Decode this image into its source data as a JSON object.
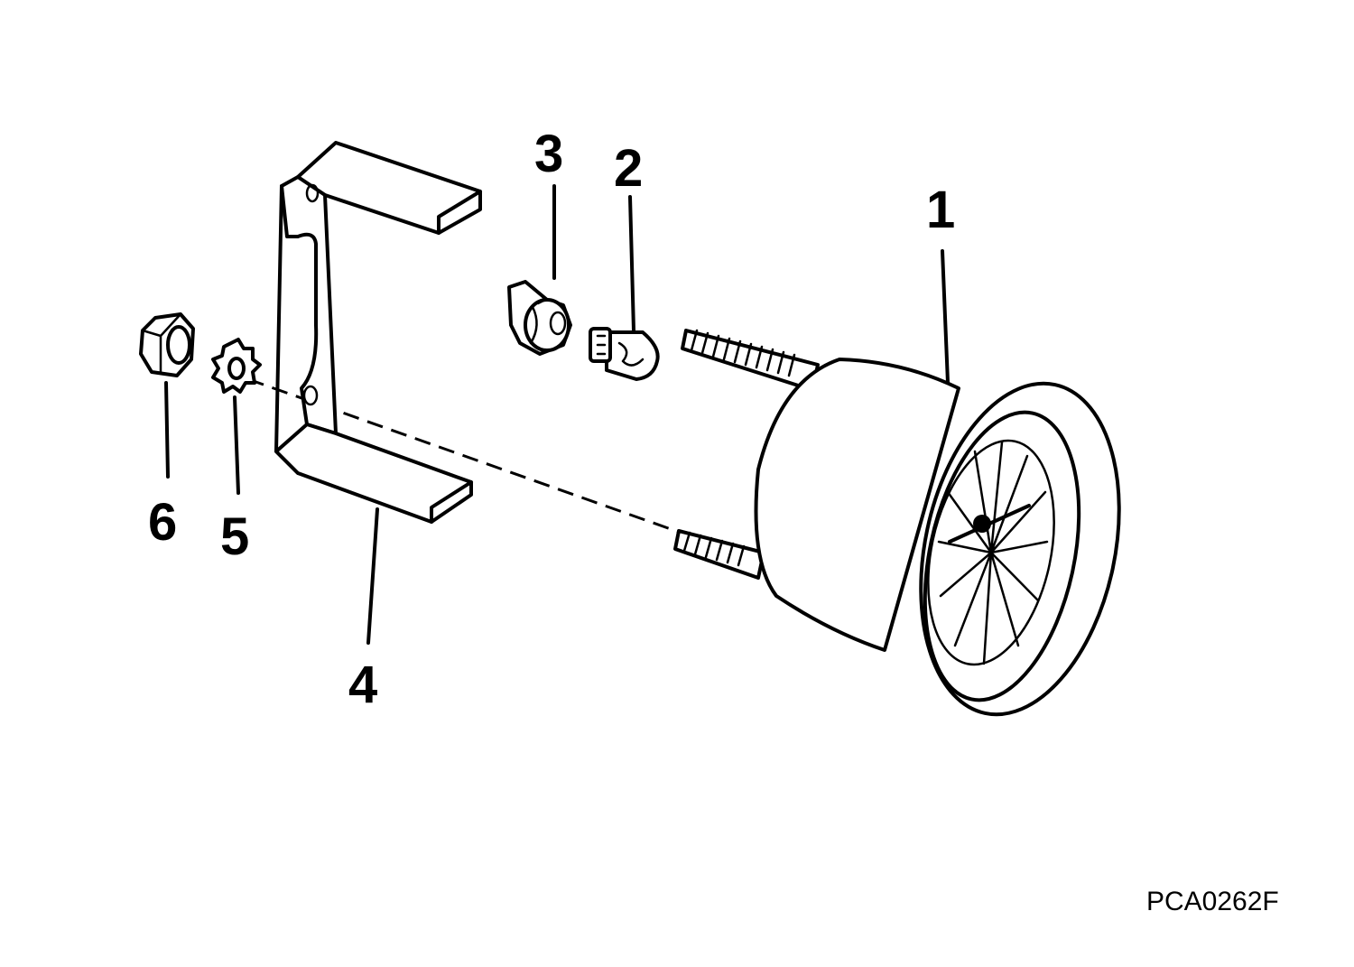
{
  "callouts": {
    "c1": "1",
    "c2": "2",
    "c3": "3",
    "c4": "4",
    "c5": "5",
    "c6": "6"
  },
  "figure_code": "PCA0262F",
  "colors": {
    "line": "#000000",
    "background": "#ffffff"
  }
}
